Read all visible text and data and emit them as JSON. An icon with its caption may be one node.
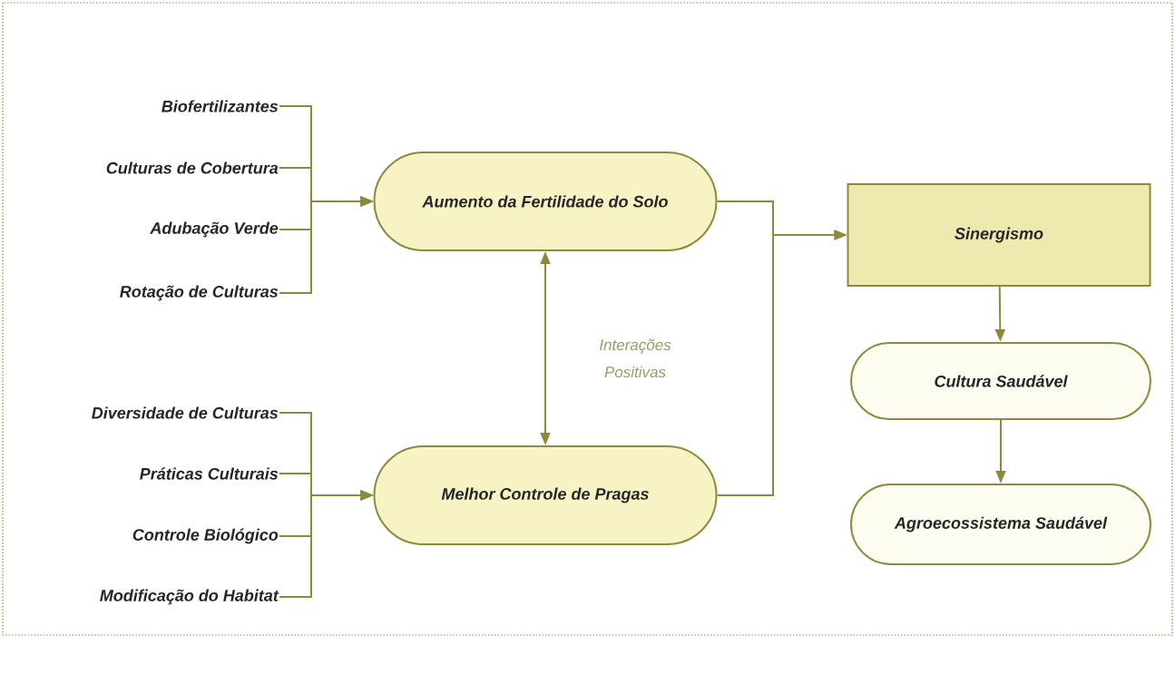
{
  "diagram": {
    "nodes": [
      {
        "text": [
          "Biofertilizantes"
        ]
      },
      {
        "text": [
          "Culturas de Cobertura"
        ]
      },
      {
        "text": [
          "Adubação Verde"
        ]
      },
      {
        "text": [
          "Rotação de Culturas"
        ]
      },
      {
        "text": [
          "Aumento da Fertilidade do Solo"
        ]
      },
      {
        "text": [
          "Sinergismo"
        ]
      },
      {
        "text": [
          "Cultura Saudável"
        ]
      },
      {
        "text": [
          "Diversidade de Culturas"
        ]
      },
      {
        "text": [
          "Práticas Culturais"
        ]
      },
      {
        "text": [
          "Controle Biológico"
        ]
      },
      {
        "text": [
          "Modificação do Habitat"
        ]
      },
      {
        "text": [
          "Melhor Controle de Pragas"
        ]
      },
      {
        "text": [
          "Agroecossistema Saudável"
        ]
      }
    ],
    "edges": [
      {
        "from": 0,
        "to": 4,
        "arrow": "to"
      },
      {
        "from": 1,
        "to": 4,
        "arrow": "to"
      },
      {
        "from": 2,
        "to": 4,
        "arrow": "to"
      },
      {
        "from": 3,
        "to": 4,
        "arrow": "to"
      },
      {
        "from": 4,
        "to": 11,
        "arrow": "both",
        "label": "Interações Positivas"
      },
      {
        "from": 4,
        "to": 5,
        "arrow": "to"
      },
      {
        "from": 11,
        "to": 5,
        "arrow": "to"
      },
      {
        "from": 5,
        "to": 6,
        "arrow": "to"
      },
      {
        "from": 6,
        "to": 12,
        "arrow": "to"
      },
      {
        "from": 7,
        "to": 11,
        "arrow": "to"
      },
      {
        "from": 8,
        "to": 11,
        "arrow": "to"
      },
      {
        "from": 9,
        "to": 11,
        "arrow": "to"
      },
      {
        "from": 10,
        "to": 11,
        "arrow": "to"
      }
    ]
  }
}
